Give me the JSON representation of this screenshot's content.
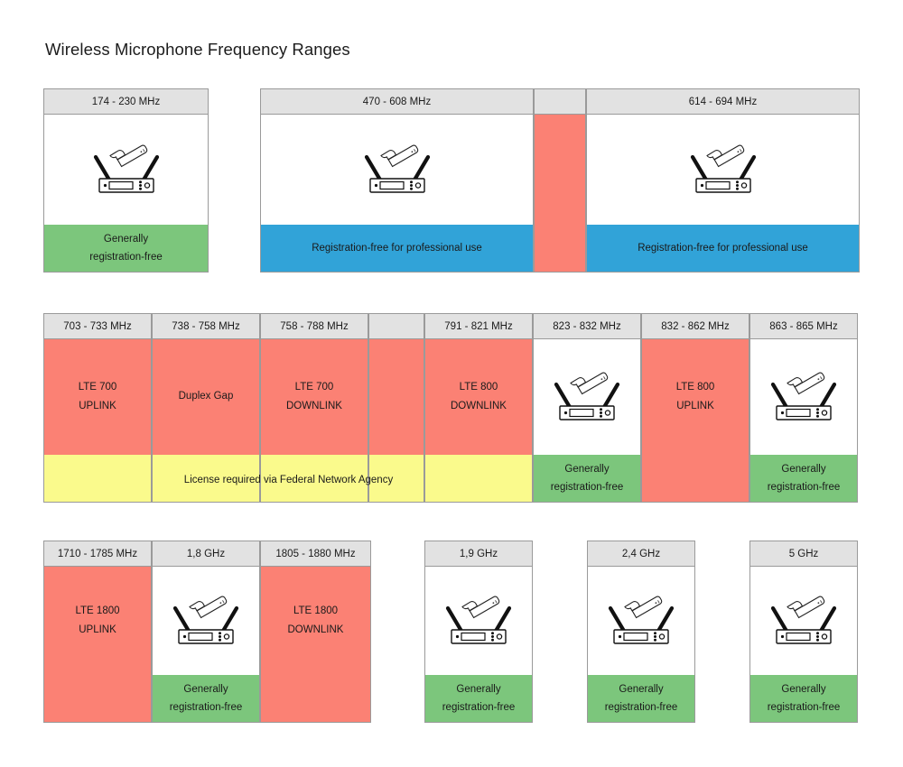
{
  "page": {
    "title": "Wireless Microphone Frequency Ranges",
    "background": "#ffffff"
  },
  "legend_colors": {
    "header_grey": "#e2e2e2",
    "green_registration_free": "#7cc67c",
    "blue_professional": "#31a3d8",
    "red_lte": "#fb8174",
    "yellow_license": "#fafa8c",
    "border_grey": "#9a9a9a"
  },
  "labels": {
    "generally_line1": "Generally",
    "generally_line2": "registration-free",
    "professional_use": "Registration-free for professional use",
    "license_required": "License required via Federal Network Agency",
    "duplex_gap": "Duplex Gap",
    "lte700_uplink_l1": "LTE 700",
    "lte700_uplink_l2": "UPLINK",
    "lte700_downlink_l1": "LTE 700",
    "lte700_downlink_l2": "DOWNLINK",
    "lte800_downlink_l1": "LTE 800",
    "lte800_downlink_l2": "DOWNLINK",
    "lte800_uplink_l1": "LTE 800",
    "lte800_uplink_l2": "UPLINK",
    "lte1800_uplink_l1": "LTE 1800",
    "lte1800_uplink_l2": "UPLINK",
    "lte1800_downlink_l1": "LTE 1800",
    "lte1800_downlink_l2": "DOWNLINK"
  },
  "row1": {
    "blocks": [
      {
        "header": "174 - 230 MHz",
        "footer_type": "generally",
        "has_mic": true
      },
      {
        "header": "470 - 608 MHz",
        "footer_type": "professional",
        "has_mic": true
      },
      {
        "header": "",
        "footer_type": "red",
        "has_mic": false
      },
      {
        "header": "614 - 694 MHz",
        "footer_type": "professional",
        "has_mic": true
      }
    ]
  },
  "row2": {
    "headers": [
      "703 - 733 MHz",
      "738 - 758 MHz",
      "758 - 788 MHz",
      "",
      "791 - 821 MHz",
      "823 - 832 MHz",
      "832 - 862 MHz",
      "863 - 865 MHz"
    ],
    "cells": [
      {
        "body": "LTE 700 UPLINK",
        "body_fill": "red",
        "has_mic": false,
        "footer": "license"
      },
      {
        "body": "Duplex Gap",
        "body_fill": "red",
        "has_mic": false,
        "footer": "license"
      },
      {
        "body": "LTE 700 DOWNLINK",
        "body_fill": "red",
        "has_mic": false,
        "footer": "license"
      },
      {
        "body": "",
        "body_fill": "red",
        "has_mic": false,
        "footer": "license"
      },
      {
        "body": "LTE 800 DOWNLINK",
        "body_fill": "red",
        "has_mic": false,
        "footer": "license"
      },
      {
        "body": "",
        "body_fill": "white",
        "has_mic": true,
        "footer": "generally"
      },
      {
        "body": "LTE 800 UPLINK",
        "body_fill": "red",
        "has_mic": false,
        "footer": "red"
      },
      {
        "body": "",
        "body_fill": "white",
        "has_mic": true,
        "footer": "generally"
      }
    ]
  },
  "row3": {
    "group_a": {
      "headers": [
        "1710 - 1785 MHz",
        "1,8 GHz",
        "1805 - 1880 MHz"
      ],
      "cells": [
        {
          "body": "LTE 1800 UPLINK",
          "body_fill": "red",
          "has_mic": false,
          "footer": "red"
        },
        {
          "body": "",
          "body_fill": "white",
          "has_mic": true,
          "footer": "generally"
        },
        {
          "body": "LTE 1800 DOWNLINK",
          "body_fill": "red",
          "has_mic": false,
          "footer": "red"
        }
      ]
    },
    "standalone": [
      {
        "header": "1,9 GHz",
        "footer_type": "generally",
        "has_mic": true
      },
      {
        "header": "2,4 GHz",
        "footer_type": "generally",
        "has_mic": true
      },
      {
        "header": "5 GHz",
        "footer_type": "generally",
        "has_mic": true
      }
    ]
  },
  "icons": {
    "receiver_mic": "wireless-microphone-receiver-icon"
  }
}
